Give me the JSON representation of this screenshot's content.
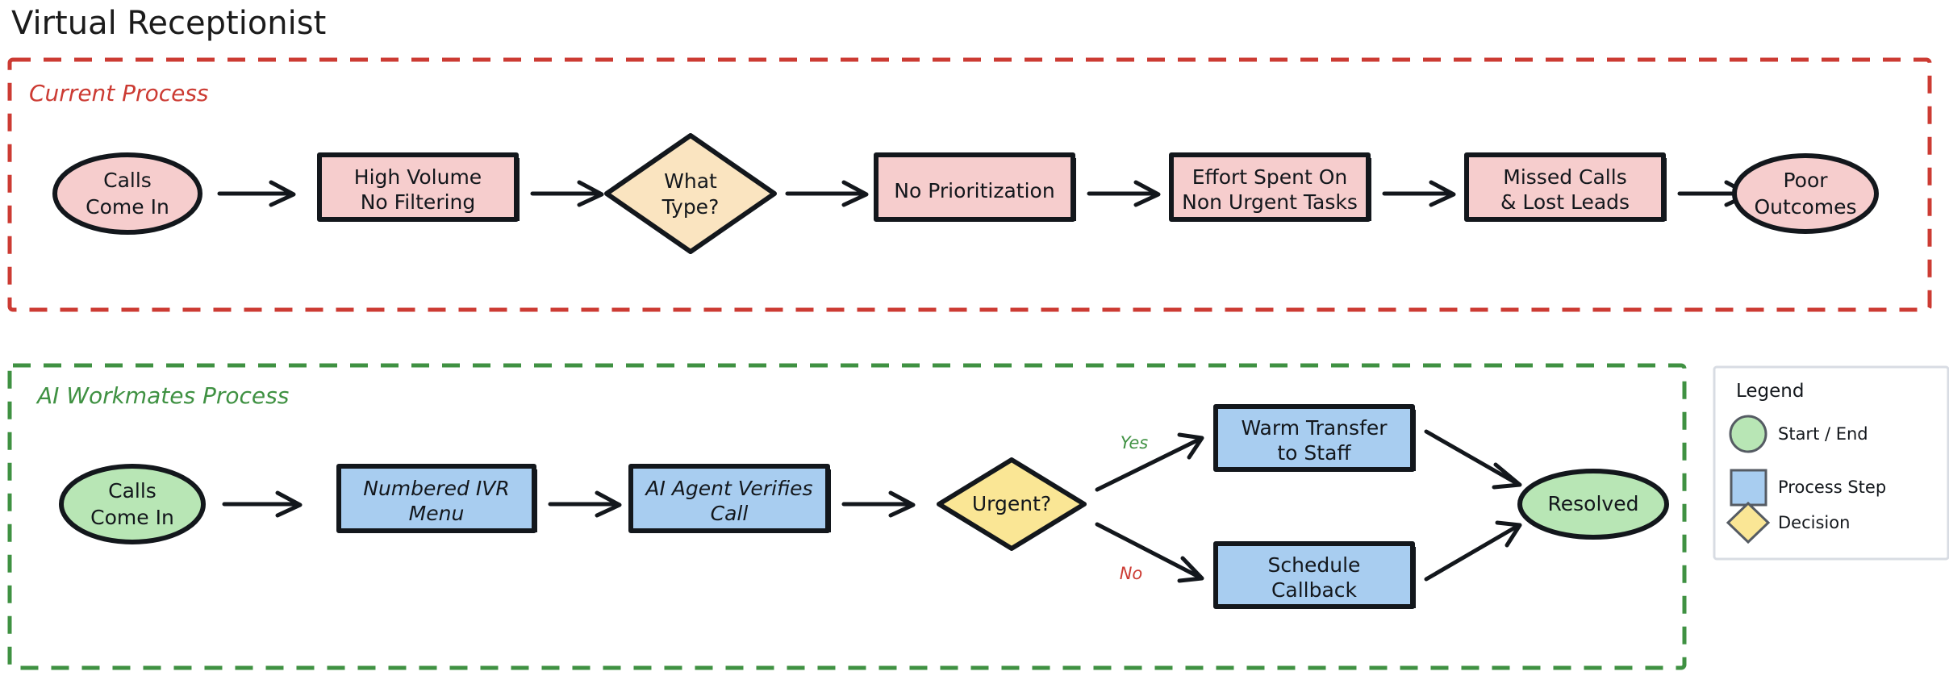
{
  "page": {
    "title": "Virtual Receptionist",
    "background": "#ffffff"
  },
  "colors": {
    "pink_fill": "#f6cdcd",
    "cream_fill": "#fae4c0",
    "blue_fill": "#a8cdf0",
    "green_fill": "#b8e6b5",
    "yellow_fill": "#fae695",
    "stroke_dark": "#13171c",
    "red_accent": "#cc3b33",
    "green_accent": "#3f9142",
    "legend_border": "#d8dce3"
  },
  "groups": [
    {
      "id": "current-process",
      "label": "Current Process",
      "border_color": "#cc3b33",
      "border_style": "dashed"
    },
    {
      "id": "ai-workmates-process",
      "label": "AI Workmates Process",
      "border_color": "#3f9142",
      "border_style": "dashed"
    }
  ],
  "current_process": {
    "nodes": [
      {
        "id": "cp-start",
        "shape": "ellipse",
        "lines": [
          "Calls",
          "Come In"
        ],
        "fill": "#f6cdcd"
      },
      {
        "id": "cp-volume",
        "shape": "rectangle",
        "lines": [
          "High Volume",
          "No Filtering"
        ],
        "fill": "#f6cdcd"
      },
      {
        "id": "cp-type",
        "shape": "diamond",
        "lines": [
          "What",
          "Type?"
        ],
        "fill": "#fae4c0"
      },
      {
        "id": "cp-noprio",
        "shape": "rectangle",
        "lines": [
          "No Prioritization"
        ],
        "fill": "#f6cdcd"
      },
      {
        "id": "cp-effort",
        "shape": "rectangle",
        "lines": [
          "Effort Spent On",
          "Non Urgent Tasks"
        ],
        "fill": "#f6cdcd"
      },
      {
        "id": "cp-missed",
        "shape": "rectangle",
        "lines": [
          "Missed Calls",
          "& Lost Leads"
        ],
        "fill": "#f6cdcd"
      },
      {
        "id": "cp-end",
        "shape": "ellipse",
        "lines": [
          "Poor",
          "Outcomes"
        ],
        "fill": "#f6cdcd"
      }
    ],
    "edges": [
      {
        "from": "cp-start",
        "to": "cp-volume",
        "label": ""
      },
      {
        "from": "cp-volume",
        "to": "cp-type",
        "label": ""
      },
      {
        "from": "cp-type",
        "to": "cp-noprio",
        "label": ""
      },
      {
        "from": "cp-noprio",
        "to": "cp-effort",
        "label": ""
      },
      {
        "from": "cp-effort",
        "to": "cp-missed",
        "label": ""
      },
      {
        "from": "cp-missed",
        "to": "cp-end",
        "label": ""
      }
    ]
  },
  "ai_process": {
    "nodes": [
      {
        "id": "ai-start",
        "shape": "ellipse",
        "lines": [
          "Calls",
          "Come In"
        ],
        "fill": "#b8e6b5"
      },
      {
        "id": "ai-ivr",
        "shape": "rectangle",
        "lines": [
          "Numbered IVR",
          "Menu"
        ],
        "fill": "#a8cdf0"
      },
      {
        "id": "ai-verify",
        "shape": "rectangle",
        "lines": [
          "AI Agent Verifies",
          "Call"
        ],
        "fill": "#a8cdf0"
      },
      {
        "id": "ai-urgent",
        "shape": "diamond",
        "lines": [
          "Urgent?"
        ],
        "fill": "#fae695"
      },
      {
        "id": "ai-transfer",
        "shape": "rectangle",
        "lines": [
          "Warm Transfer",
          "to Staff"
        ],
        "fill": "#a8cdf0"
      },
      {
        "id": "ai-callback",
        "shape": "rectangle",
        "lines": [
          "Schedule",
          "Callback"
        ],
        "fill": "#a8cdf0"
      },
      {
        "id": "ai-resolved",
        "shape": "ellipse",
        "lines": [
          "Resolved"
        ],
        "fill": "#b8e6b5"
      }
    ],
    "edges": [
      {
        "from": "ai-start",
        "to": "ai-ivr",
        "label": ""
      },
      {
        "from": "ai-ivr",
        "to": "ai-verify",
        "label": ""
      },
      {
        "from": "ai-verify",
        "to": "ai-urgent",
        "label": ""
      },
      {
        "from": "ai-urgent",
        "to": "ai-transfer",
        "label": "Yes"
      },
      {
        "from": "ai-urgent",
        "to": "ai-callback",
        "label": "No"
      },
      {
        "from": "ai-transfer",
        "to": "ai-resolved",
        "label": ""
      },
      {
        "from": "ai-callback",
        "to": "ai-resolved",
        "label": ""
      }
    ],
    "branch_labels": {
      "yes": "Yes",
      "no": "No"
    }
  },
  "legend": {
    "title": "Legend",
    "items": [
      {
        "shape": "circle",
        "label": "Start / End",
        "fill": "#b8e6b5"
      },
      {
        "shape": "square",
        "label": "Process Step",
        "fill": "#a8cdf0"
      },
      {
        "shape": "diamond",
        "label": "Decision",
        "fill": "#fae695"
      }
    ]
  }
}
